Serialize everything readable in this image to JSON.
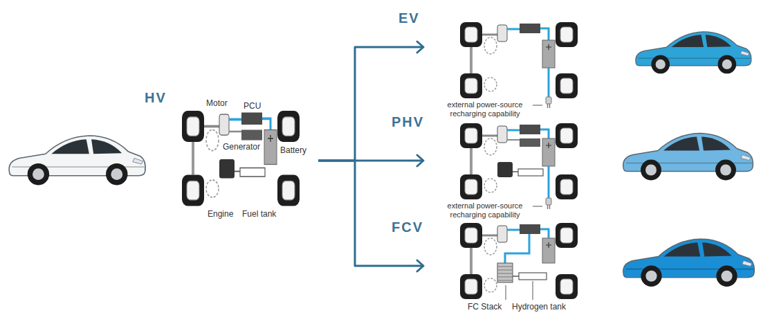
{
  "diagram": {
    "nodes": [
      {
        "text": [
          "HV"
        ]
      },
      {
        "text": [
          "EV"
        ]
      },
      {
        "text": [
          "PHV"
        ]
      },
      {
        "text": [
          "FCV"
        ]
      }
    ],
    "edges": [
      {
        "from": 0,
        "to": 1,
        "arrow": "to"
      },
      {
        "from": 0,
        "to": 2,
        "arrow": "to"
      },
      {
        "from": 0,
        "to": 3,
        "arrow": "to"
      }
    ],
    "labels": [
      "Motor",
      "PCU",
      "Generator",
      "Battery",
      "Engine",
      "Fuel tank",
      "external power-source recharging capability",
      "external power-source recharging capability",
      "FC Stack",
      "Hydrogen tank"
    ]
  }
}
